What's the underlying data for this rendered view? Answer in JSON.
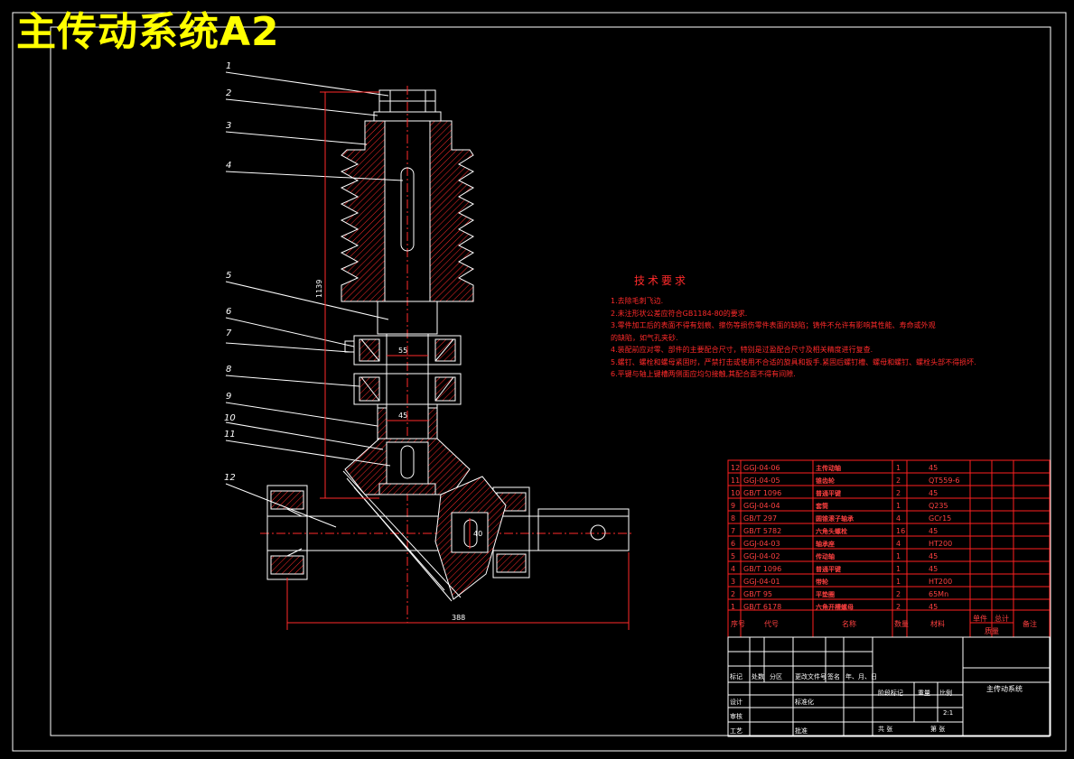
{
  "title": "主传动系统A2",
  "colors": {
    "background": "#000000",
    "line": "#ffffff",
    "red": "#ff2020",
    "yellow": "#ffff00"
  },
  "part_numbers": [
    "1",
    "2",
    "3",
    "4",
    "5",
    "6",
    "7",
    "8",
    "9",
    "10",
    "11",
    "12"
  ],
  "dimensions": {
    "height_label": "1139",
    "length_label": "388",
    "shaft_dim_1": "55",
    "shaft_dim_2": "45",
    "hole_dim": "40"
  },
  "tech_requirements": {
    "title": "技术要求",
    "items": [
      "1.去除毛刺飞边.",
      "2.未注形状公差应符合GB1184-80的要求.",
      "3.零件加工后的表面不得有划痕、擦伤等损伤零件表面的缺陷；铸件不允许有影响其性能、寿命或外观",
      "的缺陷，如气孔夹砂.",
      "4.装配前应对零、部件的主要配合尺寸，特别是过盈配合尺寸及相关精度进行复查.",
      "5.螺钉、螺栓和螺母紧固时，严禁打击或使用不合适的旋具和扳手.紧固后螺钉槽、螺母和螺钉、螺栓头部不得损坏.",
      "6.平键与轴上键槽两侧面应均匀接触,其配合面不得有间隙."
    ]
  },
  "bom": {
    "header": {
      "seq": "序号",
      "code": "代号",
      "name": "名称",
      "qty": "数量",
      "material": "材料",
      "unit": "单件",
      "total": "总计",
      "weight": "质量",
      "remark": "备注"
    },
    "rows": [
      {
        "seq": "12",
        "code": "GGJ-04-06",
        "name": "主传动轴",
        "qty": "1",
        "material": "45"
      },
      {
        "seq": "11",
        "code": "GGJ-04-05",
        "name": "锥齿轮",
        "qty": "2",
        "material": "QT559-6"
      },
      {
        "seq": "10",
        "code": "GB/T 1096",
        "name": "普通平键",
        "qty": "2",
        "material": "45"
      },
      {
        "seq": "9",
        "code": "GGJ-04-04",
        "name": "套筒",
        "qty": "1",
        "material": "Q235"
      },
      {
        "seq": "8",
        "code": "GB/T 297",
        "name": "圆锥滚子轴承",
        "qty": "4",
        "material": "GCr15"
      },
      {
        "seq": "7",
        "code": "GB/T 5782",
        "name": "六角头螺栓",
        "qty": "16",
        "material": "45"
      },
      {
        "seq": "6",
        "code": "GGJ-04-03",
        "name": "轴承座",
        "qty": "4",
        "material": "HT200"
      },
      {
        "seq": "5",
        "code": "GGJ-04-02",
        "name": "传动轴",
        "qty": "1",
        "material": "45"
      },
      {
        "seq": "4",
        "code": "GB/T 1096",
        "name": "普通平键",
        "qty": "1",
        "material": "45"
      },
      {
        "seq": "3",
        "code": "GGJ-04-01",
        "name": "带轮",
        "qty": "1",
        "material": "HT200"
      },
      {
        "seq": "2",
        "code": "GB/T 95",
        "name": "平垫圈",
        "qty": "2",
        "material": "65Mn"
      },
      {
        "seq": "1",
        "code": "GB/T 6178",
        "name": "六角开槽螺母",
        "qty": "2",
        "material": "45"
      }
    ]
  },
  "titleblock": {
    "drawing_name": "主传动系统",
    "sign_row": [
      "标记",
      "处数",
      "分区",
      "更改文件号",
      "签名",
      "年、月、日"
    ],
    "left_labels": [
      "设计",
      "审核",
      "工艺"
    ],
    "stage_labels": [
      "阶段标记",
      "重量",
      "比例"
    ],
    "scale": "2:1",
    "sheet_total": "共 张",
    "sheet_no": "第 张",
    "std": "标准化",
    "approve": "批准"
  }
}
